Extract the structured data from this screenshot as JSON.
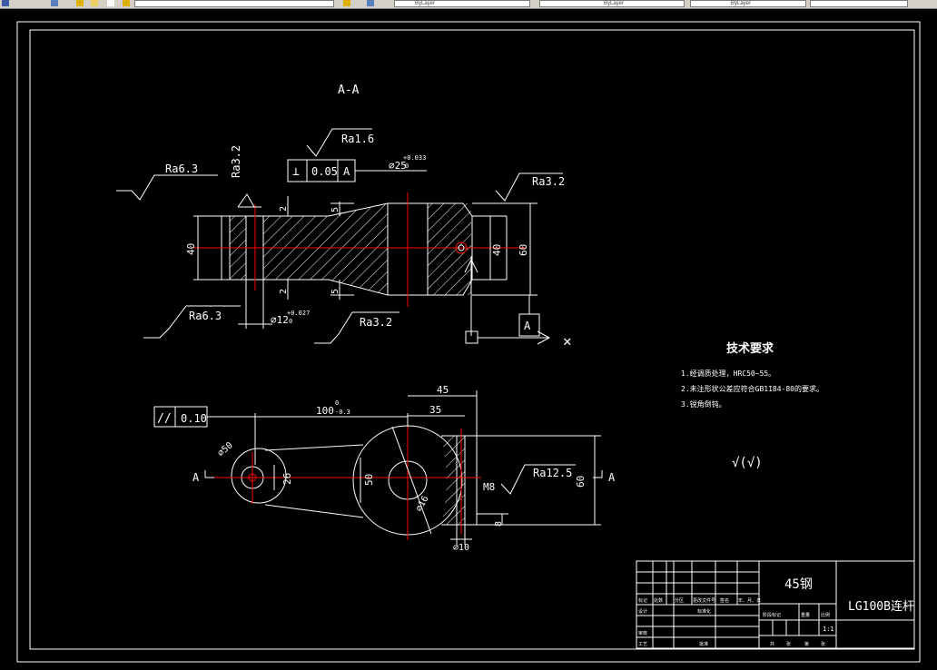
{
  "toolbar": {
    "layer_fields": [
      "ByLayer",
      "ByLayer",
      "ByLayer"
    ]
  },
  "section": {
    "label": "A-A",
    "roughness": [
      "Ra6.3",
      "Ra3.2",
      "Ra1.6",
      "Ra3.2",
      "Ra6.3",
      "Ra3.2"
    ],
    "tolerance_frame": {
      "symbol": "⊥",
      "value": "0.05",
      "datum": "A"
    },
    "dims": {
      "bore_diameter": "⌀25",
      "bore_tol_upper": "+0.033",
      "bore_tol_lower": "0",
      "left_height": "40",
      "right_height": "40",
      "total_height": "60",
      "step_top": "2",
      "step_bottom": "2",
      "web_top": "5",
      "web_bottom": "5",
      "pin_diameter": "⌀12",
      "pin_tol_upper": "+0.027",
      "pin_tol_lower": "0"
    },
    "datum_label": "A"
  },
  "plan": {
    "parallel_frame": {
      "symbol": "//",
      "value": "0.10"
    },
    "dims": {
      "center_distance": "100",
      "center_tol_upper": "0",
      "center_tol_lower": "-0.3",
      "hub_width": "45",
      "hub_offset": "35",
      "small_boss": "⌀50",
      "small_bore": "26",
      "large_boss": "50",
      "large_bore": "⌀16",
      "thread": "M8",
      "thread_depth": "8",
      "slot_width": "⌀10",
      "overall_height": "60"
    },
    "roughness": "Ra12.5",
    "section_mark_left": "A",
    "section_mark_right": "A"
  },
  "notes": {
    "title": "技术要求",
    "items": [
      "1.经调质处理，HRC50~55。",
      "2.未注形状公差应符合GB1184-80的要求。",
      "3.锐角倒钝。"
    ],
    "rest_roughness": "√(√)"
  },
  "title_block": {
    "material": "45钢",
    "part_name": "LG100B连杆",
    "scale": "1:1",
    "small_labels": [
      "标记",
      "处数",
      "分区",
      "更改文件号",
      "签名",
      "年、月、日",
      "设计",
      "标准化",
      "审核",
      "工艺",
      "批准",
      "阶段标记",
      "重量",
      "比例",
      "共",
      "张",
      "第",
      "张"
    ]
  }
}
